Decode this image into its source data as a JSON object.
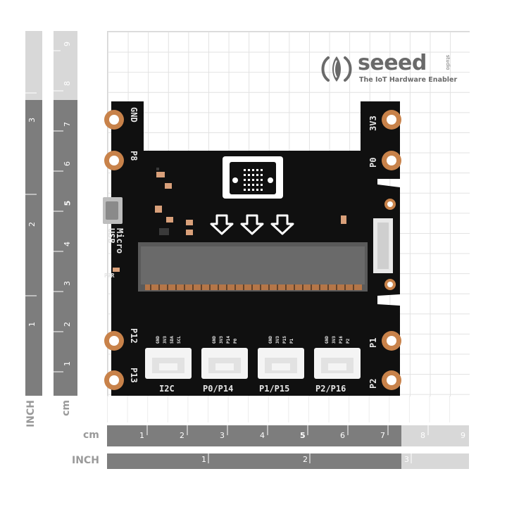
{
  "logo": {
    "brand": "seeed",
    "studio": "studio",
    "tagline": "The IoT Hardware Enabler",
    "icon": "seeed-logo-icon"
  },
  "ruler_left": {
    "inch_label": "INCH",
    "cm_label": "cm",
    "inch_ticks": [
      "3",
      "2",
      "1"
    ],
    "cm_ticks": [
      "9",
      "8",
      "7",
      "6",
      "5",
      "4",
      "3",
      "2",
      "1"
    ]
  },
  "ruler_bottom": {
    "cm_label": "cm",
    "inch_label": "INCH",
    "cm_ticks": [
      "1",
      "2",
      "3",
      "4",
      "5",
      "6",
      "7",
      "8",
      "9"
    ],
    "inch_ticks": [
      "1",
      "2",
      "3"
    ]
  },
  "board": {
    "pads_left": [
      "GND",
      "P8",
      "P12",
      "P13"
    ],
    "pads_right": [
      "3V3",
      "P0",
      "P1",
      "P2"
    ],
    "usb_label_line1": "Micro",
    "usb_label_line2": "USB",
    "pwr_label": "PWR",
    "grove_ports": [
      {
        "label": "I2C",
        "pins": [
          "GND",
          "3V3",
          "SDA",
          "SCL"
        ]
      },
      {
        "label": "P0/P14",
        "pins": [
          "GND",
          "3V3",
          "P14",
          "P0"
        ]
      },
      {
        "label": "P1/P15",
        "pins": [
          "GND",
          "3V3",
          "P15",
          "P1"
        ]
      },
      {
        "label": "P2/P16",
        "pins": [
          "GND",
          "3V3",
          "P16",
          "P2"
        ]
      }
    ],
    "colors": {
      "pcb": "#101010",
      "pad": "#c8824a",
      "connector": "#565656",
      "grove": "#f4f4f4",
      "silk": "#e6e6e6"
    }
  }
}
